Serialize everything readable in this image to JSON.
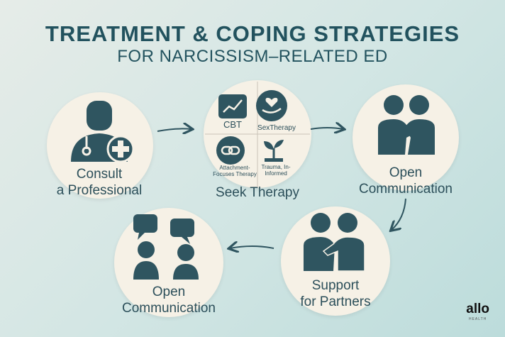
{
  "title": "TREATMENT & COPING STRATEGIES",
  "subtitle": "FOR NARCISSISM–RELATED ED",
  "steps": [
    {
      "label_1": "Consult",
      "label_2": "a Professional",
      "icon": "doctor-icon"
    },
    {
      "label": "Seek Therapy",
      "quadrants": [
        "CBT",
        "SexTherapy",
        "Attachment-\nFocuses Therapy",
        "Trauma, In-\nInformed"
      ]
    },
    {
      "label_1": "Open",
      "label_2": "Communication",
      "icon": "hug-icon"
    },
    {
      "label_1": "Support",
      "label_2": "for Partners",
      "icon": "support-icon"
    },
    {
      "label_1": "Open",
      "label_2": "Communication",
      "icon": "conversation-icon"
    }
  ],
  "logo": {
    "text": "allo",
    "sub": "HEALTH"
  },
  "colors": {
    "primary": "#2f5560",
    "circle": "#f6f1e6"
  }
}
